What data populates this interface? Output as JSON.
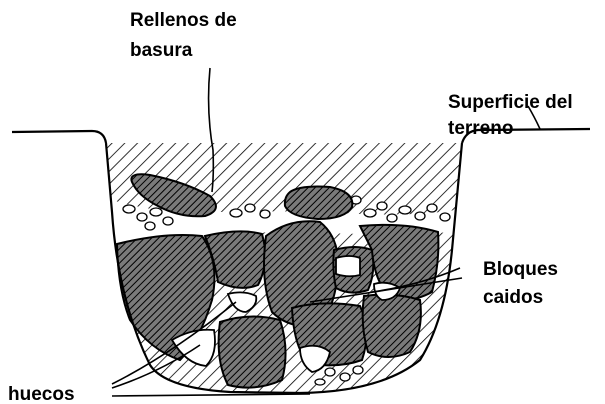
{
  "labels": {
    "rellenos_line1": "Rellenos de",
    "rellenos_line2": "basura",
    "superficie_line1": "Superficie del",
    "superficie_line2": "terreno",
    "bloques_line1": "Bloques",
    "bloques_line2": "caidos",
    "huecos": "huecos"
  },
  "colors": {
    "ink": "#000000",
    "block_fill": "#6e6e6e",
    "background": "#ffffff"
  }
}
